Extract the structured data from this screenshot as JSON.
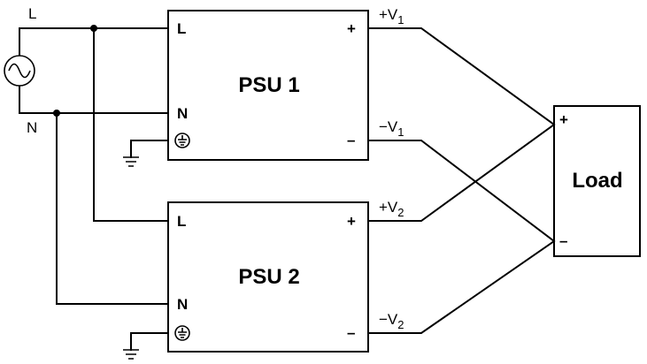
{
  "source": {
    "line_label": "L",
    "neutral_label": "N"
  },
  "psu1": {
    "name": "PSU 1",
    "pin_l": "L",
    "pin_n": "N",
    "pin_plus": "+",
    "pin_minus": "–",
    "out_plus_prefix": "+V",
    "out_plus_sub": "1",
    "out_minus_prefix": "−V",
    "out_minus_sub": "1"
  },
  "psu2": {
    "name": "PSU 2",
    "pin_l": "L",
    "pin_n": "N",
    "pin_plus": "+",
    "pin_minus": "–",
    "out_plus_prefix": "+V",
    "out_plus_sub": "2",
    "out_minus_prefix": "−V",
    "out_minus_sub": "2"
  },
  "load": {
    "name": "Load",
    "pin_plus": "+",
    "pin_minus": "–"
  },
  "colors": {
    "stroke": "#000000",
    "background": "#ffffff"
  }
}
